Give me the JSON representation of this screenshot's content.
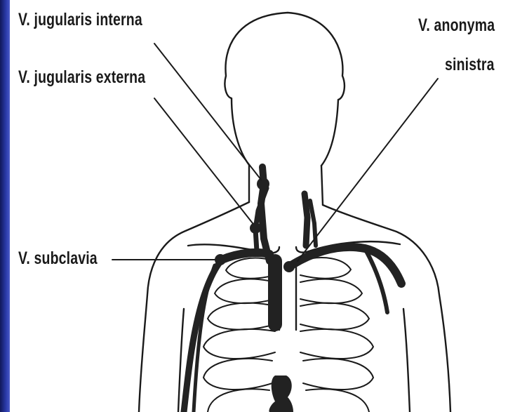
{
  "labels": {
    "jugularis_interna": "V. jugularis interna",
    "jugularis_externa": "V. jugularis externa",
    "subclavia": "V. subclavia",
    "anonyma_line1": "V. anonyma",
    "anonyma_line2": "sinistra"
  },
  "colors": {
    "background": "#ffffff",
    "frame_strip": "#2a3aa8",
    "ink": "#1a1a1a",
    "vein": "#222222"
  }
}
